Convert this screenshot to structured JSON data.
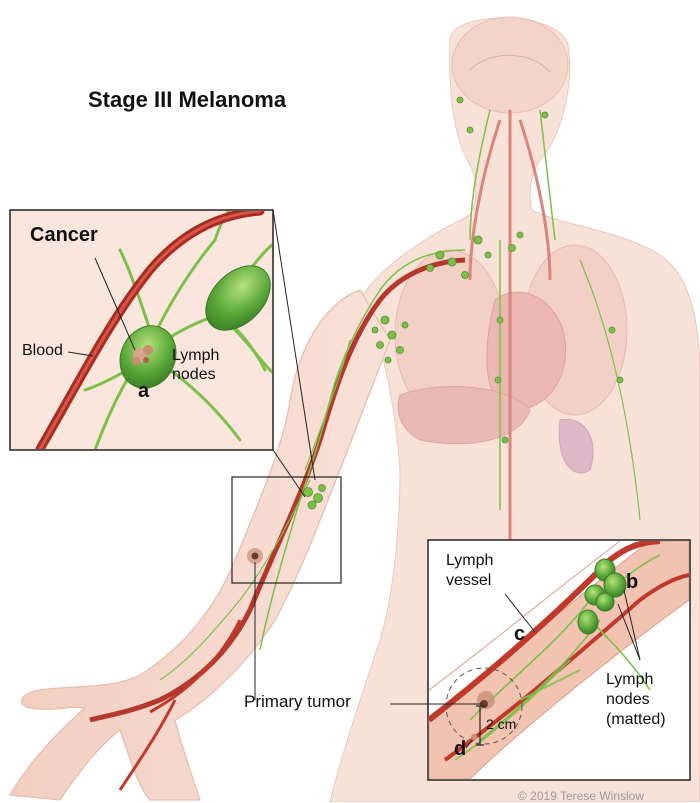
{
  "title": "Stage III Melanoma",
  "inset_top_left": {
    "cancer_label": "Cancer",
    "blood_label": "Blood",
    "lymph_label_line1": "Lymph",
    "lymph_label_line2": "nodes",
    "letter_a": "a"
  },
  "primary_tumor_label": "Primary tumor",
  "inset_bottom_right": {
    "lymph_vessel_line1": "Lymph",
    "lymph_vessel_line2": "vessel",
    "letter_b": "b",
    "letter_c": "c",
    "letter_d": "d",
    "distance_label": "2 cm",
    "matted_line1": "Lymph",
    "matted_line2": "nodes",
    "matted_line3": "(matted)"
  },
  "copyright": "© 2019 Terese Winslow",
  "colors": {
    "skin": "#f6d8cc",
    "artery": "#c0392b",
    "lymph": "#7cc04a",
    "node": "#5aa83a",
    "organ": "#e6a6a0"
  }
}
